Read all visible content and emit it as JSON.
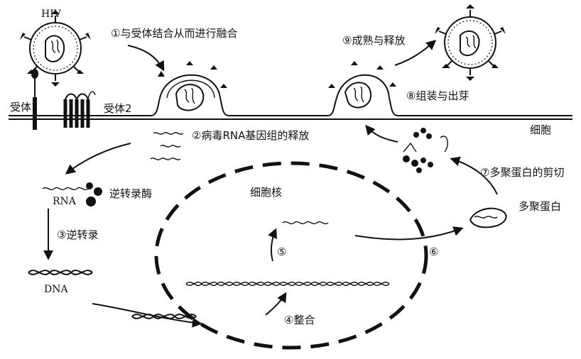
{
  "labels": {
    "hiv": "HIV",
    "receptor1": "受体1",
    "receptor2": "受体2",
    "step1": "①与受体结合从而进行融合",
    "step2": "②病毒RNA基因组的释放",
    "rna": "RNA",
    "reverse_transcriptase": "逆转录酶",
    "step3": "③逆转录",
    "dna": "DNA",
    "nucleus": "细胞核",
    "step4": "④整合",
    "step5": "⑤",
    "step6": "⑥",
    "step7": "⑦多聚蛋白的剪切",
    "polyprotein": "多聚蛋白",
    "step8": "⑧组装与出芽",
    "step9": "⑨成熟与释放",
    "cell": "细胞"
  }
}
